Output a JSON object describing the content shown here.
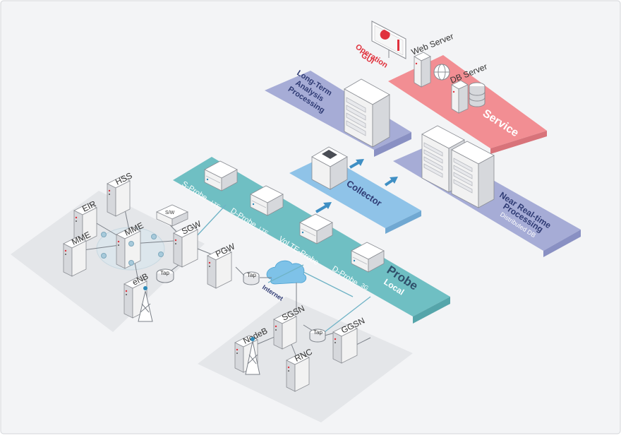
{
  "colors": {
    "background": "#f3f4f6",
    "probe_band": "#6fbfc3",
    "collector_band": "#8fc3e8",
    "longterm_band": "#a6acd6",
    "nearrealtime_band": "#a6acd6",
    "service_band": "#f28e93",
    "operation_label": "#e0323d",
    "text_dark": "#2f3b74"
  },
  "bands": {
    "service": "Service",
    "longterm": [
      "Long-Term",
      "Analysis",
      "Processing"
    ],
    "collector": "Collector",
    "nearrealtime": [
      "Near Real-time",
      "Processing"
    ],
    "nearrealtime_sub": "Distributed DB",
    "probe": "Probe",
    "probe_sub": "Local"
  },
  "service_nodes": {
    "operation": [
      "Operation",
      "GUI"
    ],
    "web_server": "Web Server",
    "db_server": "DB Server"
  },
  "probes": [
    "S-Probe",
    "LTE",
    "D-Probe",
    "LTE",
    "VoLTE-Probe",
    "D-Probe",
    "3G"
  ],
  "lte_nodes": [
    "EIR",
    "HSS",
    "MME",
    "MME",
    "S/W",
    "SGW",
    "PGW",
    "Tap",
    "eNB"
  ],
  "umts_nodes": [
    "NodeB",
    "SGSN",
    "RNC",
    "Tap",
    "GGSN"
  ],
  "misc": {
    "internet": "Internet",
    "tap": "Tap"
  }
}
